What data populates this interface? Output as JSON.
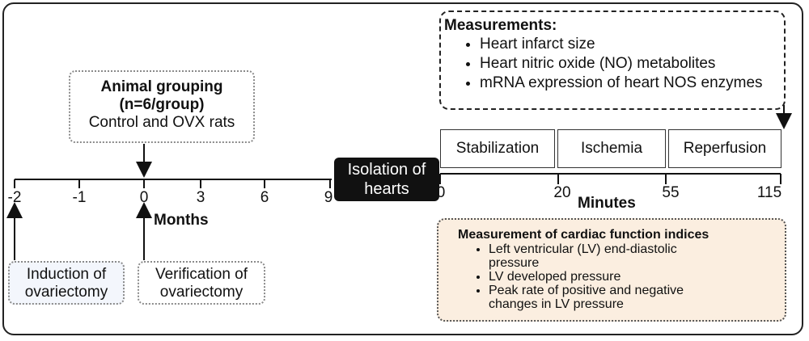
{
  "animal_grouping": {
    "title_line1": "Animal grouping",
    "title_line2": "(n=6/group)",
    "subtitle": "Control and OVX rats"
  },
  "months_axis": {
    "ticks": [
      "-2",
      "-1",
      "0",
      "3",
      "6",
      "9"
    ],
    "label": "Months"
  },
  "isolation": {
    "line1": "Isolation of",
    "line2": "hearts"
  },
  "induction": {
    "line1": "Induction of",
    "line2": "ovariectomy"
  },
  "verification": {
    "line1": "Verification of",
    "line2": "ovariectomy"
  },
  "measurements": {
    "title": "Measurements:",
    "items": [
      "Heart infarct size",
      "Heart nitric oxide (NO) metabolites",
      "mRNA expression of heart NOS enzymes"
    ]
  },
  "phases": [
    "Stabilization",
    "Ischemia",
    "Reperfusion"
  ],
  "minutes_axis": {
    "ticks": [
      "0",
      "20",
      "55",
      "115"
    ],
    "label": "Minutes"
  },
  "cardiac": {
    "title": "Measurement of cardiac function indices",
    "items": [
      {
        "line1": "Left ventricular (LV) end-diastolic",
        "line2": "pressure"
      },
      {
        "line1": " LV developed pressure",
        "line2": ""
      },
      {
        "line1": " Peak rate of positive and negative",
        "line2": "changes in LV pressure"
      }
    ]
  },
  "colors": {
    "cardiac_bg": "#fbeee0",
    "induction_bg": "#f3f6fc",
    "isolation_bg": "#111111"
  }
}
